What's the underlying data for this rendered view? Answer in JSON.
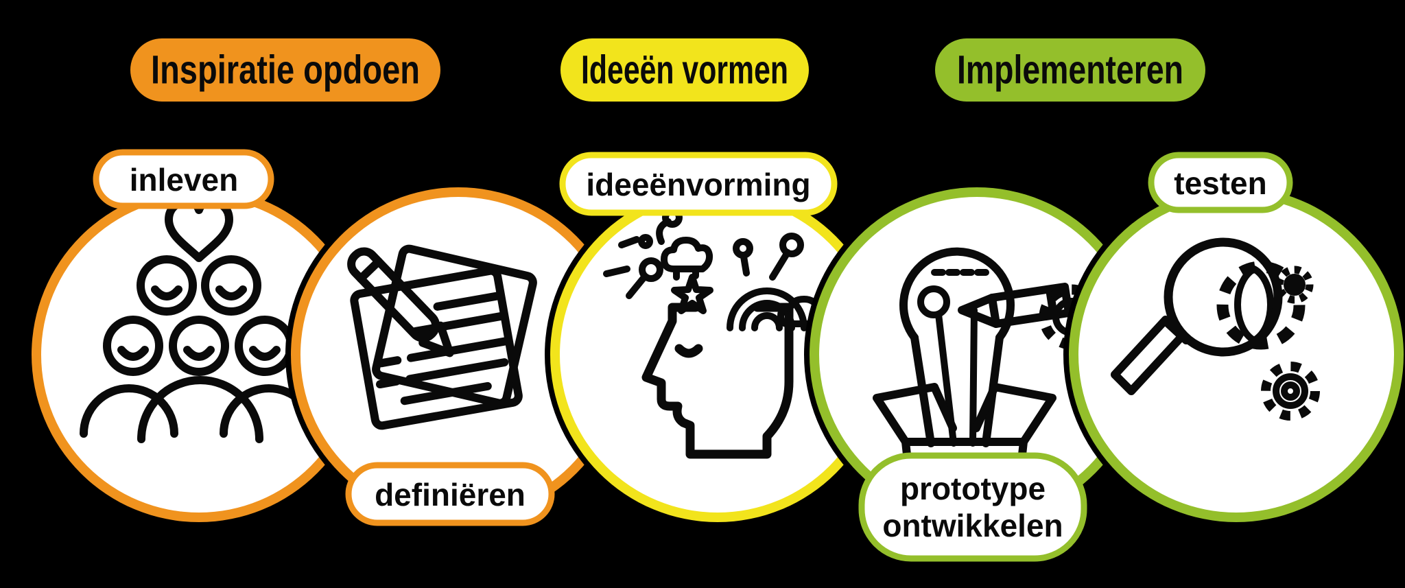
{
  "colors": {
    "background": "#000000",
    "orange": "#F0931E",
    "yellow": "#F2E41C",
    "green": "#94BF2B",
    "pill_fill": "#FFFFFF",
    "icon_stroke": "#0A0A0A",
    "text": "#0A0A0A"
  },
  "headers": [
    {
      "label": "Inspiratie opdoen",
      "color": "orange"
    },
    {
      "label": "Ideeën vormen",
      "color": "yellow"
    },
    {
      "label": "Implementeren",
      "color": "green"
    }
  ],
  "phases": [
    {
      "label": "inleven",
      "color": "orange",
      "label_position": "top",
      "icon": "empathy-people-heart-icon"
    },
    {
      "label": "definiëren",
      "color": "orange",
      "label_position": "bottom",
      "icon": "define-notepad-pencil-icon"
    },
    {
      "label": "ideeënvorming",
      "color": "yellow",
      "label_position": "top",
      "icon": "ideation-head-ideas-icon"
    },
    {
      "label": "prototype ontwikkelen",
      "label_lines": [
        "prototype",
        "ontwikkelen"
      ],
      "color": "green",
      "label_position": "bottom",
      "icon": "prototype-lightbulb-box-icon"
    },
    {
      "label": "testen",
      "color": "green",
      "label_position": "top",
      "icon": "test-magnifier-gears-icon"
    }
  ]
}
